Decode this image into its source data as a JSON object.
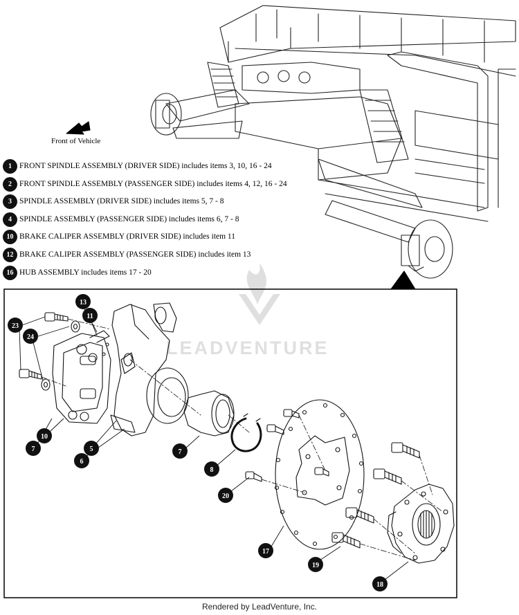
{
  "front_label": "Front of Vehicle",
  "legend": [
    {
      "num": "1",
      "text": "FRONT SPINDLE ASSEMBLY (DRIVER SIDE) includes items 3, 10, 16 - 24"
    },
    {
      "num": "2",
      "text": "FRONT SPINDLE ASSEMBLY (PASSENGER SIDE) includes items 4, 12, 16 - 24"
    },
    {
      "num": "3",
      "text": "SPINDLE ASSEMBLY (DRIVER SIDE) includes items 5, 7 - 8"
    },
    {
      "num": "4",
      "text": "SPINDLE ASSEMBLY (PASSENGER SIDE) includes items 6, 7 - 8"
    },
    {
      "num": "10",
      "text": "BRAKE CALIPER ASSEMBLY (DRIVER SIDE) includes item 11"
    },
    {
      "num": "12",
      "text": "BRAKE CALIPER ASSEMBLY (PASSENGER SIDE) includes item 13"
    },
    {
      "num": "16",
      "text": "HUB ASSEMBLY includes items 17 - 20"
    }
  ],
  "callouts": [
    "13",
    "11",
    "23",
    "24",
    "10",
    "7",
    "6",
    "5",
    "7",
    "8",
    "20",
    "17",
    "19",
    "18"
  ],
  "watermark": "LEADVENTURE",
  "footer": "Rendered by LeadVenture, Inc."
}
